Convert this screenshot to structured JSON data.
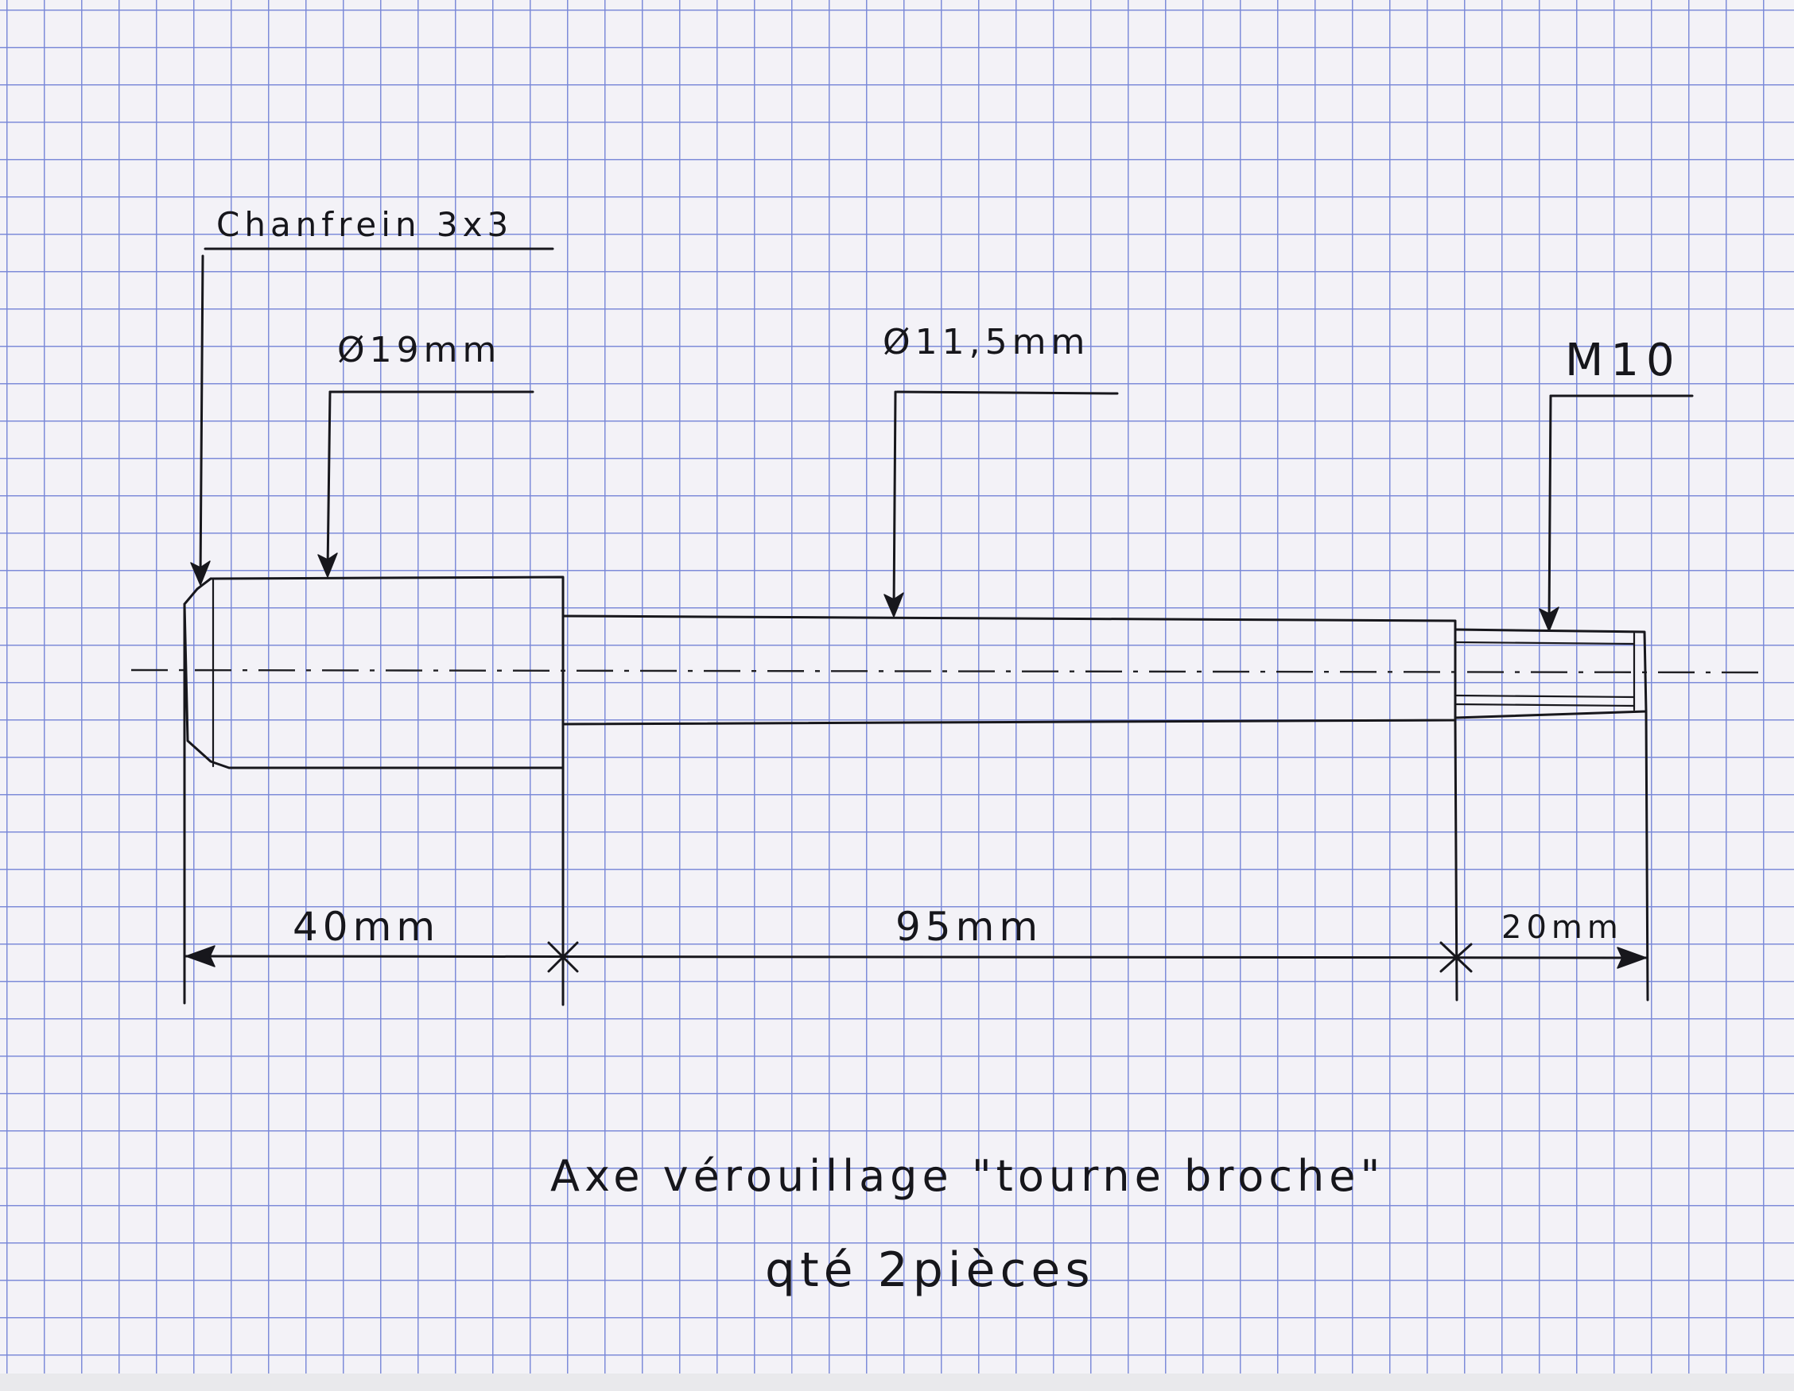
{
  "drawing": {
    "callouts": {
      "chamfer": "Chanfrein 3x3",
      "diameter_large": "Ø19mm",
      "diameter_small": "Ø11,5mm",
      "thread": "M10"
    },
    "dimensions": {
      "length_1": "40mm",
      "length_2": "95mm",
      "length_3": "20mm"
    },
    "title": {
      "line_1": "Axe vérouillage \"tourne broche\"",
      "line_2": "qté 2pièces"
    }
  }
}
